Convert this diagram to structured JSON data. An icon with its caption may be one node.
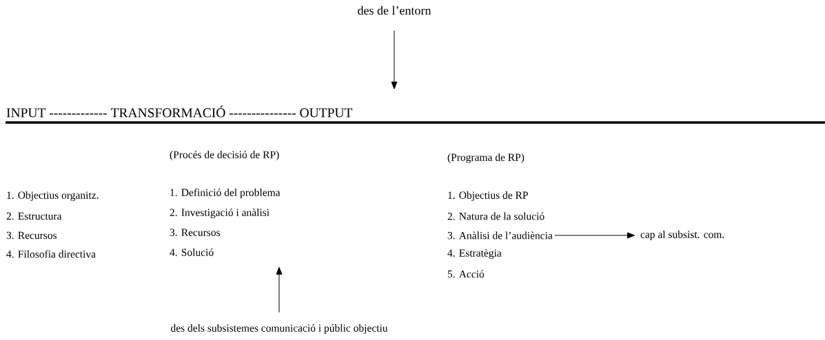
{
  "diagram": {
    "nodes": [
      {
        "text": [
          "des de l’entorn"
        ]
      },
      {
        "text": [
          "INPUT ------------- TRANSFORMACIÓ --------------- OUTPUT"
        ]
      },
      {
        "text": [
          "des dels subsistemes comunicació i públic objectiu"
        ]
      },
      {
        "text": [
          "(Procés de decisió de RP)",
          "1. Definició del problema",
          "2. Investigació i anàlisi",
          "3. Recursos",
          "4. Solució"
        ]
      },
      {
        "text": [
          "3. Anàlisi de l’audiència"
        ]
      },
      {
        "text": [
          "cap al subsist. com."
        ]
      }
    ],
    "edges": [
      {
        "from": 0,
        "to": 1,
        "arrow": "to"
      },
      {
        "from": 2,
        "to": 3,
        "arrow": "to"
      },
      {
        "from": 4,
        "to": 5,
        "arrow": "to"
      }
    ],
    "labels": [
      "(Programa de RP)",
      "1. Objectius organitz.",
      "2. Estructura",
      "3. Recursos",
      "4. Filosofia directiva",
      "1. Objectius de RP",
      "2. Natura de la solució",
      "4. Estratègia",
      "5. Acció"
    ]
  }
}
